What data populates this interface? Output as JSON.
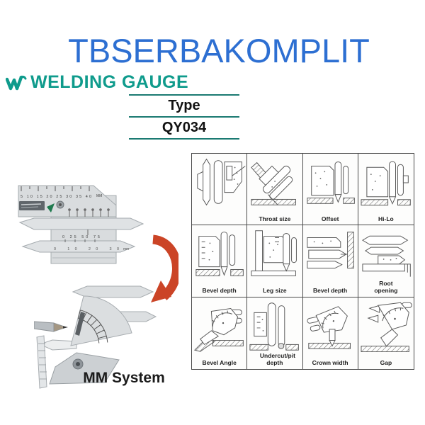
{
  "colors": {
    "title_blue": "#2d6fd2",
    "brand_teal": "#0f9b8c",
    "table_line_teal": "#1b7a72",
    "arrow_red": "#cb4426",
    "diagram_line": "#5a5a5a"
  },
  "header": {
    "store_title": "TBSERBAKOMPLIT"
  },
  "product": {
    "name": "WELDING GAUGE",
    "logo_icon": "w-logo",
    "spec": {
      "header": "Type",
      "value": "QY034"
    }
  },
  "photos": {
    "caption": "MM System",
    "top_gauge": {
      "top_scale": "5 10 15 20 25 30 35 40",
      "top_scale_unit": "MM",
      "mid_scale": "0 25 50 75",
      "bottom_scale": "0 10 20 30",
      "bottom_scale_unit": "mm"
    }
  },
  "diagram_grid": {
    "cells": [
      {
        "label": ""
      },
      {
        "label": "Throat size"
      },
      {
        "label": "Offset"
      },
      {
        "label": "Hi-Lo"
      },
      {
        "label": "Bevel depth"
      },
      {
        "label": "Leg size"
      },
      {
        "label": "Bevel depth"
      },
      {
        "label": "Root opening"
      },
      {
        "label": "Bevel Angle"
      },
      {
        "label": "Undercut/pit depth"
      },
      {
        "label": "Crown width"
      },
      {
        "label": "Gap"
      }
    ]
  }
}
